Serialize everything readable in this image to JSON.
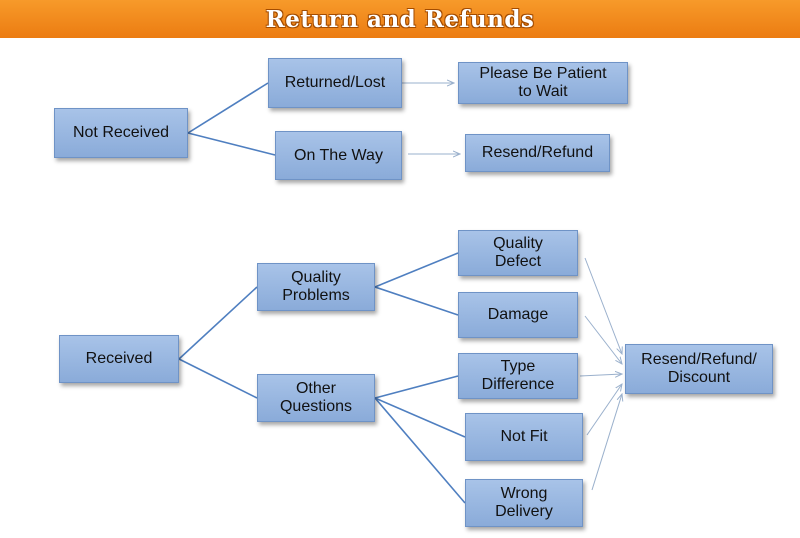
{
  "title": "Return and Refunds",
  "nodes": {
    "not_received": "Not Received",
    "returned_lost": "Returned/Lost",
    "please_wait": "Please Be Patient\nto Wait",
    "on_the_way": "On The Way",
    "resend_refund": "Resend/Refund",
    "received": "Received",
    "quality_problems": "Quality\nProblems",
    "other_questions": "Other\nQuestions",
    "quality_defect": "Quality\nDefect",
    "damage": "Damage",
    "type_difference": "Type\nDifference",
    "not_fit": "Not Fit",
    "wrong_delivery": "Wrong\nDelivery",
    "resend_refund_discount": "Resend/Refund/\nDiscount"
  },
  "colors": {
    "header": "#ef8418",
    "node_fill": "#95b3dd",
    "connector": "#4f7fc0",
    "arrow": "#9ab0cc"
  }
}
